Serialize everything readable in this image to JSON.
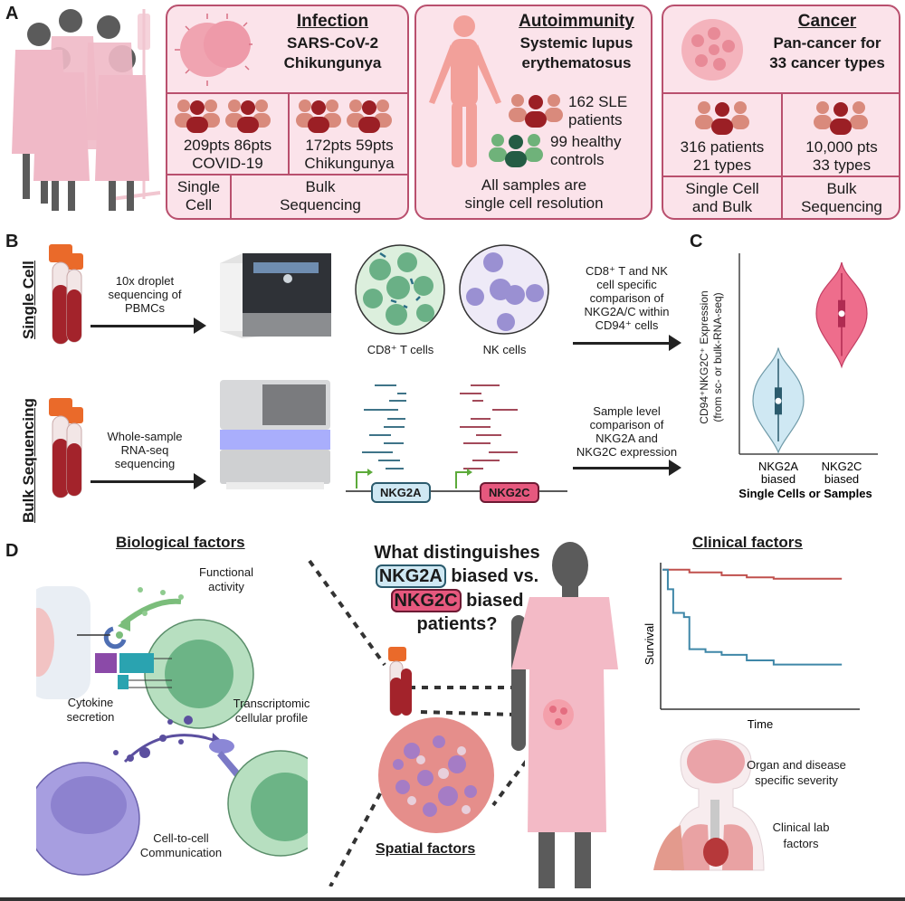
{
  "panel_labels": {
    "a": "A",
    "b": "B",
    "c": "C",
    "d": "D"
  },
  "panel_a": {
    "infection": {
      "title": "Infection",
      "subtitle_1": "SARS-CoV-2",
      "subtitle_2": "Chikungunya",
      "cohorts": [
        {
          "count": "209pts",
          "group": "COVID-19"
        },
        {
          "count": "86pts",
          "group": "COVID-19"
        },
        {
          "count": "172pts",
          "group": "Chikungunya"
        },
        {
          "count": "59pts",
          "group": "Chikungunya"
        }
      ],
      "covid_pts": "209pts 86pts",
      "covid_label": "COVID-19",
      "chik_pts": "172pts 59pts",
      "chik_label": "Chikungunya",
      "method_1a": "Single",
      "method_1b": "Cell",
      "method_2a": "Bulk",
      "method_2b": "Sequencing"
    },
    "autoimmunity": {
      "title": "Autoimmunity",
      "subtitle_1": "Systemic lupus",
      "subtitle_2": "erythematosus",
      "patients_1": "162 SLE",
      "patients_2": "patients",
      "controls_1": "99 healthy",
      "controls_2": "controls",
      "note_1": "All samples are",
      "note_2": "single cell resolution"
    },
    "cancer": {
      "title": "Cancer",
      "subtitle_1": "Pan-cancer for",
      "subtitle_2": "33 cancer types",
      "sc_1": "316 patients",
      "sc_2": "21 types",
      "bulk_1": "10,000 pts",
      "bulk_2": "33 types",
      "method_1a": "Single Cell",
      "method_1b": "and Bulk",
      "method_2a": "Bulk",
      "method_2b": "Sequencing"
    }
  },
  "panel_b": {
    "single_cell_label": "Single Cell",
    "bulk_label": "Bulk Sequencing",
    "sc_step_1": "10x droplet",
    "sc_step_2": "sequencing of",
    "sc_step_3": "PBMCs",
    "bulk_step_1": "Whole-sample",
    "bulk_step_2": "RNA-seq",
    "bulk_step_3": "sequencing",
    "cd8_label": "CD8⁺ T cells",
    "nk_label": "NK cells",
    "gene_a": "NKG2A",
    "gene_c": "NKG2C",
    "sc_compare": [
      "CD8⁺ T and NK",
      "cell specific",
      "comparison of",
      "NKG2A/C within",
      "CD94⁺ cells"
    ],
    "bulk_compare": [
      "Sample level",
      "comparison of",
      "NKG2A and",
      "NKG2C expression"
    ]
  },
  "chart_data": [
    {
      "type": "violin",
      "title": "",
      "ylabel": "CD94⁺NKG2C⁺ Expression (from sc- or bulk-RNA-seq)",
      "xlabel": "Single Cells or Samples",
      "categories": [
        "NKG2A biased",
        "NKG2C biased"
      ],
      "category_lines": [
        [
          "NKG2A",
          "biased"
        ],
        [
          "NKG2C",
          "biased"
        ]
      ],
      "colors": [
        "#cfe8f3",
        "#ee6d8c"
      ],
      "relative_medians": [
        0.27,
        0.73
      ],
      "relative_ranges": [
        [
          0.0,
          0.55
        ],
        [
          0.45,
          1.0
        ]
      ],
      "axis_ticks": false
    },
    {
      "type": "line",
      "title": "Clinical factors",
      "xlabel": "Time",
      "ylabel": "Survival",
      "step": true,
      "series": [
        {
          "name": "NKG2C biased",
          "color": "#c0504d",
          "x": [
            0,
            0.15,
            0.33,
            0.47,
            0.62,
            1.0
          ],
          "y": [
            1.0,
            0.98,
            0.96,
            0.945,
            0.935,
            0.935
          ]
        },
        {
          "name": "NKG2A biased",
          "color": "#3f87a8",
          "x": [
            0,
            0.03,
            0.06,
            0.12,
            0.15,
            0.24,
            0.33,
            0.47,
            0.62,
            1.0
          ],
          "y": [
            1.0,
            0.86,
            0.69,
            0.66,
            0.43,
            0.41,
            0.39,
            0.35,
            0.32,
            0.32
          ]
        }
      ],
      "ylim": [
        0,
        1.05
      ],
      "xlim": [
        0,
        1.1
      ],
      "axis_ticks": false
    }
  ],
  "panel_d": {
    "bio_title": "Biological factors",
    "functional_1": "Functional",
    "functional_2": "activity",
    "cytokine_1": "Cytokine",
    "cytokine_2": "secretion",
    "transcript_1": "Transcriptomic",
    "transcript_2": "cellular profile",
    "cell_comm_1": "Cell-to-cell",
    "cell_comm_2": "Communication",
    "question_1": "What distinguishes",
    "question_a": "NKG2A",
    "question_2": " biased vs.",
    "question_c": "NKG2C",
    "question_3": " biased",
    "question_4": "patients?",
    "spatial_title": "Spatial factors",
    "clinical_title": "Clinical factors",
    "organ_1": "Organ and disease",
    "organ_2": "specific severity",
    "lab_1": "Clinical lab",
    "lab_2": "factors"
  }
}
